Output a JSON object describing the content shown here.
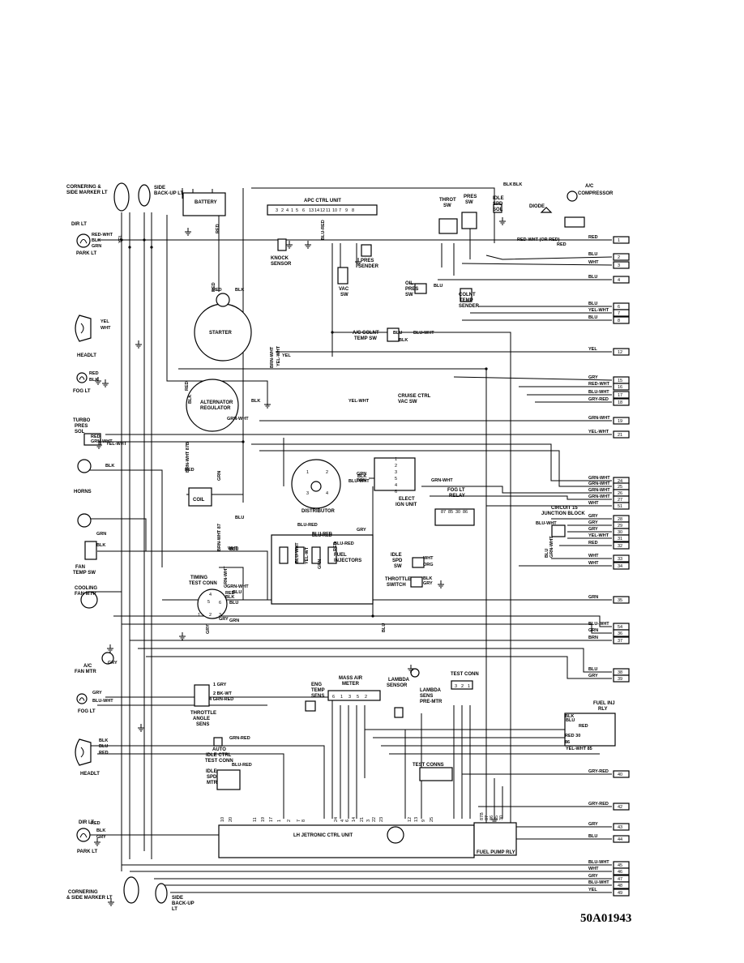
{
  "diagram_id": "50A01943",
  "components": {
    "cornering_top": "CORNERING &",
    "cornering_top_2": "SIDE MARKER LT",
    "side_backup_top": "SIDE",
    "side_backup_top_2": "BACK-UP LT",
    "battery": "BATTERY",
    "apc_unit": "APC CTRL UNIT",
    "knock_sensor": "KNOCK",
    "knock_sensor_2": "SENSOR",
    "pres_sender": "PRES",
    "pres_sender_2": "SENDER",
    "throt_sw": "THROT",
    "throt_sw_2": "SW",
    "pres_sw": "PRES",
    "pres_sw_2": "SW",
    "idle_spd_sol": "IDLE",
    "idle_spd_sol_2": "SPD",
    "idle_spd_sol_3": "SOL",
    "diode": "DIODE",
    "ac_compressor": "A/C",
    "ac_compressor_2": "COMPRESSOR",
    "dir_lt": "DIR LT",
    "park_lt": "PARK LT",
    "headlt": "HEADLT",
    "fog_lt": "FOG LT",
    "starter": "STARTER",
    "vac_sw": "VAC",
    "vac_sw_2": "SW",
    "oil_pres_sw": "OIL",
    "oil_pres_sw_2": "PRES",
    "oil_pres_sw_3": "SW",
    "colnt_temp_sender": "COLNT",
    "colnt_temp_sender_2": "TEMP",
    "colnt_temp_sender_3": "SENDER",
    "ac_colnt_temp_sw": "A/C COLNT",
    "ac_colnt_temp_sw_2": "TEMP SW",
    "alternator": "ALTERNATOR",
    "alternator_2": "REGULATOR",
    "cruise_ctrl": "CRUISE CTRL",
    "cruise_ctrl_2": "VAC SW",
    "turbo_pres_sol": "TURBO",
    "turbo_pres_sol_2": "PRES",
    "turbo_pres_sol_3": "SOL",
    "horns": "HORNS",
    "coil": "COIL",
    "distributor": "DISTRIBUTOR",
    "elect_ign_unit": "ELECT",
    "elect_ign_unit_2": "IGN UNIT",
    "fog_lt_relay": "FOG LT",
    "fog_lt_relay_2": "RELAY",
    "circuit_junction": "CIRCUIT 15",
    "circuit_junction_2": "JUNCTION BLOCK",
    "fan_temp_sw": "FAN",
    "fan_temp_sw_2": "TEMP SW",
    "fuel_injectors": "FUEL",
    "fuel_injectors_2": "INJECTORS",
    "idle_spd_sw": "IDLE",
    "idle_spd_sw_2": "SPD",
    "idle_spd_sw_3": "SW",
    "throttle_switch": "THROTTLE",
    "throttle_switch_2": "SWITCH",
    "cooling_fan_mtr": "COOLING",
    "cooling_fan_mtr_2": "FAN MTR",
    "timing_test_conn": "TIMING",
    "timing_test_conn_2": "TEST CONN",
    "ac_fan_mtr": "A/C",
    "ac_fan_mtr_2": "FAN MTR",
    "mass_air_meter": "MASS AIR",
    "mass_air_meter_2": "METER",
    "lambda_sensor": "LAMBDA",
    "lambda_sensor_2": "SENSOR",
    "lambda_sens_pre_mtr": "LAMBDA",
    "lambda_sens_pre_mtr_2": "SENS",
    "lambda_sens_pre_mtr_3": "PRE-MTR",
    "eng_temp_sens": "ENG",
    "eng_temp_sens_2": "TEMP",
    "eng_temp_sens_3": "SENS",
    "test_conn": "TEST CONN",
    "fuel_inj_rly": "FUEL INJ",
    "fuel_inj_rly_2": "RLY",
    "throttle_angle_sens": "THROTTLE",
    "throttle_angle_sens_2": "ANGLE",
    "throttle_angle_sens_3": "SENS",
    "auto_idle_ctrl": "AUTO",
    "auto_idle_ctrl_2": "IDLE CTRL",
    "auto_idle_ctrl_3": "TEST CONN",
    "idle_spd_mtr": "IDLE",
    "idle_spd_mtr_2": "SPD",
    "idle_spd_mtr_3": "MTR",
    "test_conns": "TEST CONNS",
    "lh_jetronic": "LH JETRONIC CTRL UNIT",
    "fuel_pump_rly": "FUEL PUMP RLY",
    "dir_lt_bottom": "DIR LT",
    "park_lt_bottom": "PARK LT",
    "cornering_bottom": "CORNERING",
    "cornering_bottom_2": "& SIDE MARKER LT",
    "side_backup_bottom": "SIDE",
    "side_backup_bottom_2": "BACK-UP",
    "side_backup_bottom_3": "LT",
    "fog_lt_bottom": "FOG LT",
    "headlt_bottom": "HEADLT"
  },
  "connectors": [
    {
      "wire": "RED",
      "num": "1"
    },
    {
      "wire": "BLU",
      "num": "2"
    },
    {
      "wire": "WHT",
      "num": "3"
    },
    {
      "wire": "BLU",
      "num": "4"
    },
    {
      "wire": "BLU",
      "num": "6"
    },
    {
      "wire": "YEL-WHT",
      "num": "7"
    },
    {
      "wire": "BLU",
      "num": "8"
    },
    {
      "wire": "YEL",
      "num": "12"
    },
    {
      "wire": "GRY",
      "num": "15"
    },
    {
      "wire": "RED-WHT",
      "num": "16"
    },
    {
      "wire": "BLU-WHT",
      "num": "17"
    },
    {
      "wire": "GRY-RED",
      "num": "18"
    },
    {
      "wire": "GRN-WHT",
      "num": "19"
    },
    {
      "wire": "YEL-WHT",
      "num": "21"
    },
    {
      "wire": "GRN-WHT",
      "num": "24"
    },
    {
      "wire": "GRN-WHT",
      "num": "25"
    },
    {
      "wire": "GRN-WHT",
      "num": "26"
    },
    {
      "wire": "GRN-WHT",
      "num": "27"
    },
    {
      "wire": "WHT",
      "num": "51"
    },
    {
      "wire": "GRY",
      "num": "28"
    },
    {
      "wire": "GRY",
      "num": "29"
    },
    {
      "wire": "GRY",
      "num": "30"
    },
    {
      "wire": "YEL-WHT",
      "num": "31"
    },
    {
      "wire": "RED",
      "num": "32"
    },
    {
      "wire": "WHT",
      "num": "33"
    },
    {
      "wire": "WHT",
      "num": "34"
    },
    {
      "wire": "GRN",
      "num": "35"
    },
    {
      "wire": "BLU-WHT",
      "num": "54"
    },
    {
      "wire": "GRN",
      "num": "36"
    },
    {
      "wire": "BRN",
      "num": "37"
    },
    {
      "wire": "BLU",
      "num": "38"
    },
    {
      "wire": "GRY",
      "num": "39"
    },
    {
      "wire": "GRY-RED",
      "num": "40"
    },
    {
      "wire": "GRY-RED",
      "num": "42"
    },
    {
      "wire": "GRY",
      "num": "43"
    },
    {
      "wire": "BLU",
      "num": "44"
    },
    {
      "wire": "BLU-WHT",
      "num": "45"
    },
    {
      "wire": "WHT",
      "num": "46"
    },
    {
      "wire": "GRY",
      "num": "47"
    },
    {
      "wire": "BLU-WHT",
      "num": "48"
    },
    {
      "wire": "YEL",
      "num": "49"
    }
  ],
  "wire_labels": [
    "RED-WHT",
    "BLK",
    "GRN",
    "YEL",
    "WHT",
    "RED",
    "BLK",
    "RED",
    "BLK",
    "YEL-WHT",
    "BLK",
    "RED",
    "RED",
    "YEL-WHT",
    "GRN",
    "BLK",
    "GRN-WHT",
    "RED",
    "YEL",
    "RED",
    "GRN-WHT",
    "YEL-WHT",
    "BLK",
    "BLU",
    "BLU-WHT",
    "BLK",
    "BLU",
    "RED-WHT (OR RED)",
    "RED",
    "BLK",
    "BLK",
    "BLU-RED",
    "BLU-RED",
    "BLU-RED",
    "BLU-RED",
    "GRN-WHT",
    "BLU",
    "BLU",
    "GRY",
    "GRN-WHT",
    "BLK",
    "GRN",
    "BRN",
    "BLU",
    "WHT",
    "ORG",
    "BLK",
    "GRY",
    "1 GRY",
    "2 BK-WT",
    "4 GRN-RED",
    "GRN-RED",
    "BLU-RED",
    "GRY",
    "BLU-WHT",
    "BLK",
    "BLU",
    "RED",
    "RED",
    "BLK",
    "GRY",
    "BLU-WHT",
    "BLK",
    "BLU",
    "RED",
    "RED 30",
    "86",
    "YEL-WHT 85",
    "BRN-WHT 87",
    "BRN-WHT",
    "BRN-WHT 87B",
    "RED",
    "YEL",
    "GRN",
    "BLK",
    "WHT",
    "GRY",
    "BLU",
    "GRN-WHT",
    "BLU-WHT",
    "YEL-WT",
    "GRN",
    "BLU-WHT",
    "RED",
    "RED",
    "GRN",
    "BLK",
    "BLU",
    "GRY",
    "GRN-WHT",
    "BLU-RED",
    "GRY",
    "BLU",
    "RED",
    "GRN",
    "BLU-RED",
    "GRN-WHT"
  ],
  "pin_labels": {
    "apc": [
      "3",
      "2",
      "4",
      "1",
      "5",
      "6",
      "13",
      "14",
      "12",
      "11",
      "10",
      "7",
      "9",
      "8"
    ],
    "maf": [
      "6",
      "1",
      "3",
      "5",
      "2"
    ],
    "lh_pins": [
      "10",
      "20",
      "11",
      "19",
      "17",
      "1",
      "2",
      "7",
      "8",
      "24",
      "4",
      "6",
      "14",
      "21",
      "3",
      "22",
      "23",
      "12",
      "13",
      "9",
      "25"
    ],
    "elect_ign": [
      "1",
      "2",
      "3",
      "5",
      "4",
      "6"
    ],
    "relay_fog": [
      "87",
      "85",
      "30",
      "86"
    ],
    "timing": [
      "1",
      "2",
      "3",
      "4",
      "5",
      "6"
    ],
    "test_conn": [
      "3",
      "2",
      "1"
    ],
    "fuel_pump": [
      "87B",
      "87",
      "86",
      "85",
      "30"
    ],
    "dist": [
      "1",
      "2",
      "3",
      "4"
    ]
  }
}
